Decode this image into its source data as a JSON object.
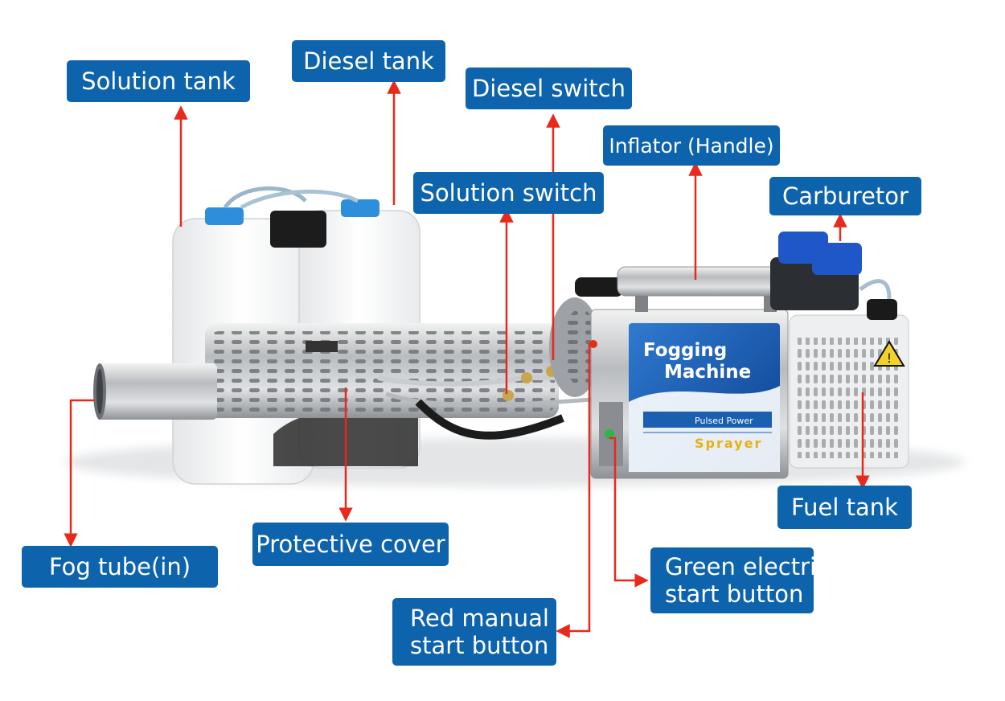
{
  "labels": {
    "solution_tank": "Solution tank",
    "diesel_tank": "Diesel tank",
    "diesel_switch": "Diesel switch",
    "inflator": "Inflator (Handle)",
    "solution_switch": "Solution switch",
    "carburetor": "Carburetor",
    "fuel_tank": "Fuel tank",
    "protective_cover": "Protective cover",
    "fog_tube": "Fog tube(in)",
    "green_start_line1": "Green electric",
    "green_start_line2": "start button",
    "red_start_line1": "Red manual",
    "red_start_line2": "start button"
  },
  "machine_badge": {
    "title_line1": "Fogging",
    "title_line2": "Machine",
    "subtitle": "Pulsed Power",
    "bottom": "Sprayer"
  },
  "colors": {
    "label_bg": "#0e63ad",
    "label_text": "#ffffff",
    "arrow": "#e8291c",
    "badge_blue": "#1a5fb0",
    "engine_blue": "#1f57c9"
  }
}
